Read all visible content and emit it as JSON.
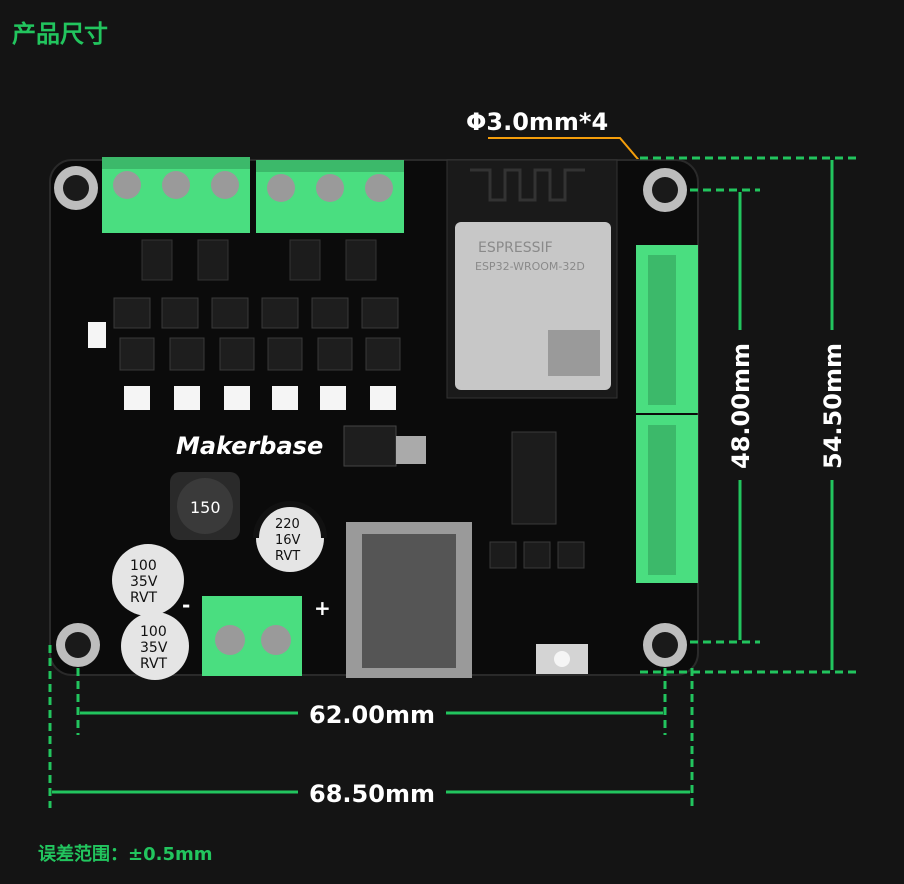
{
  "heading": "产品尺寸",
  "hole_label": "Φ3.0mm*4",
  "brand": "Makerbase",
  "module": {
    "line1": "ESPRESSIF",
    "line2": "ESP32-WROOM-32D"
  },
  "capacitors": {
    "c1": [
      "100",
      "35V",
      "RVT"
    ],
    "c2": [
      "100",
      "35V",
      "RVT"
    ],
    "c3": [
      "220",
      "16V",
      "RVT"
    ]
  },
  "inductor_label": "150",
  "dimensions": {
    "inner_width": "62.00mm",
    "outer_width": "68.50mm",
    "inner_height": "48.00mm",
    "outer_height": "54.50mm"
  },
  "tolerance": "误差范围：±0.5mm",
  "polarity": {
    "neg": "-",
    "pos": "+"
  },
  "colors": {
    "accent": "#22c55e",
    "board": "#0b0b0b",
    "terminal": "#4ade80",
    "leader": "#f59e0b"
  }
}
